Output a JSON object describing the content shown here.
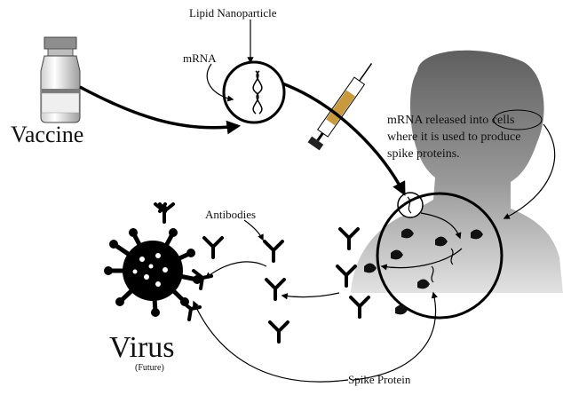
{
  "labels": {
    "lipid_nanoparticle": "Lipid Nanoparticle",
    "mrna": "mRNA",
    "vaccine": "Vaccine",
    "mrna_released_line1": "mRNA released into cells",
    "mrna_released_line2": "where it is used to produce",
    "mrna_released_line3": "spike proteins.",
    "antibodies": "Antibodies",
    "virus": "Virus",
    "future": "(Future)",
    "spike_protein": "Spike Protein"
  },
  "icons": [
    "vial-icon",
    "syringe-icon",
    "person-silhouette",
    "nanoparticle-icon",
    "virus-icon",
    "antibody-icon",
    "spike-protein-icon",
    "mrna-strand-icon"
  ],
  "colors": {
    "ink": "#000000",
    "silhouette_dark": "#6e6e6e",
    "silhouette_light": "#d8d8d8"
  }
}
